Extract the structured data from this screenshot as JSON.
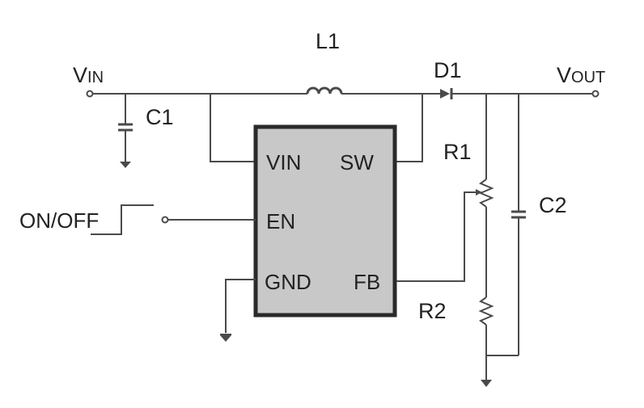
{
  "diagram": {
    "terminals": {
      "vin_main": "V",
      "vin_sub": "IN",
      "vout_main": "V",
      "vout_sub": "OUT",
      "on_off": "ON/OFF"
    },
    "components": {
      "inductor": "L1",
      "diode": "D1",
      "input_cap": "C1",
      "output_cap": "C2",
      "resistor_top": "R1",
      "resistor_bottom": "R2"
    },
    "ic_pins": {
      "vin": "VIN",
      "sw": "SW",
      "en": "EN",
      "gnd": "GND",
      "fb": "FB"
    },
    "colors": {
      "ic_fill": "#c8c8c8",
      "ic_border": "#2a2a2a",
      "wire": "#4a4a4a",
      "text": "#222222"
    }
  }
}
